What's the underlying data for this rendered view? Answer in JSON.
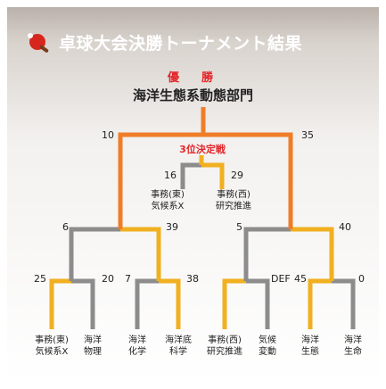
{
  "title": "卓球大会決勝トーナメント結果",
  "champion": {
    "label": "優　勝",
    "team": "海洋生態系動態部門"
  },
  "third_place": {
    "label": "3位決定戦",
    "left": {
      "score": "16",
      "line1": "事務(東)",
      "line2": "気候系X"
    },
    "right": {
      "score": "29",
      "line1": "事務(西)",
      "line2": "研究推進"
    }
  },
  "final": {
    "left_score": "10",
    "right_score": "35"
  },
  "semis": {
    "left_a": "6",
    "left_b": "39",
    "right_a": "5",
    "right_b": "40"
  },
  "first_round": [
    "25",
    "20",
    "7",
    "38",
    "",
    "DEF",
    "45",
    "0"
  ],
  "teams": [
    {
      "line1": "事務(東)",
      "line2": "気候系X"
    },
    {
      "line1": "海洋",
      "line2": "物理"
    },
    {
      "line1": "海洋",
      "line2": "化学"
    },
    {
      "line1": "海洋底",
      "line2": "科学"
    },
    {
      "line1": "事務(西)",
      "line2": "研究推進"
    },
    {
      "line1": "気候",
      "line2": "変動"
    },
    {
      "line1": "海洋",
      "line2": "生態"
    },
    {
      "line1": "海洋",
      "line2": "生命"
    }
  ],
  "colors": {
    "winner_line": "#f0b020",
    "final_line": "#ef7d28",
    "loser_line": "#8c8c8c",
    "champion": "#e3262a"
  },
  "icons": [
    "pingpong-icon"
  ]
}
